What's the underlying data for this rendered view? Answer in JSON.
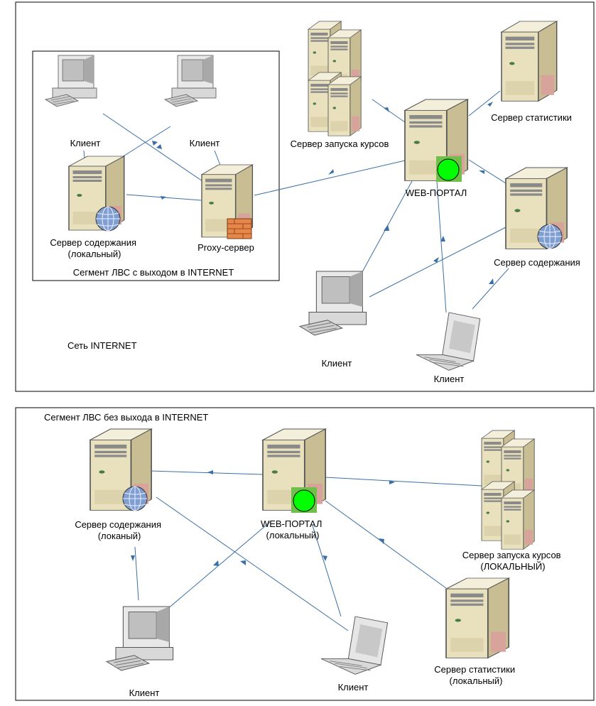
{
  "colors": {
    "frame": "#000000",
    "connector": "#3a6fa6",
    "server_body": "#e9e1bd",
    "server_dark": "#c9bd94",
    "portal_status": "#00ff00",
    "globe": "#7f9fd0",
    "firewall": "#e6864a",
    "notch": "#d8a39a"
  },
  "top_section": {
    "internet_label": "Сеть INTERNET",
    "lan_caption": "Сегмент ЛВС с выходом в  INTERNET",
    "nodes": {
      "client_left": "Клиент",
      "client_right": "Клиент",
      "content_server_local": [
        "Сервер содержания",
        "(локальный)"
      ],
      "proxy_server": "Proxy-сервер",
      "course_launch_server": "Сервер запуска курсов",
      "statistics_server": "Сервер статистики",
      "web_portal": "WEB-ПОРТАЛ",
      "content_server": "Сервер содержания",
      "client_desktop": "Клиент",
      "client_laptop": "Клиент"
    }
  },
  "bottom_section": {
    "lan_caption": "Сегмент ЛВС без выхода в  INTERNET",
    "nodes": {
      "content_server_local": [
        "Сервер содержания",
        "(локаный)"
      ],
      "web_portal_local": [
        "WEB-ПОРТАЛ",
        "(локальный)"
      ],
      "course_launch_server": [
        "Сервер запуска курсов",
        "(ЛОКАЛЬНЫЙ)"
      ],
      "statistics_server": [
        "Сервер статистики",
        "(локальный)"
      ],
      "client_desktop": "Клиент",
      "client_laptop": "Клиент"
    }
  }
}
